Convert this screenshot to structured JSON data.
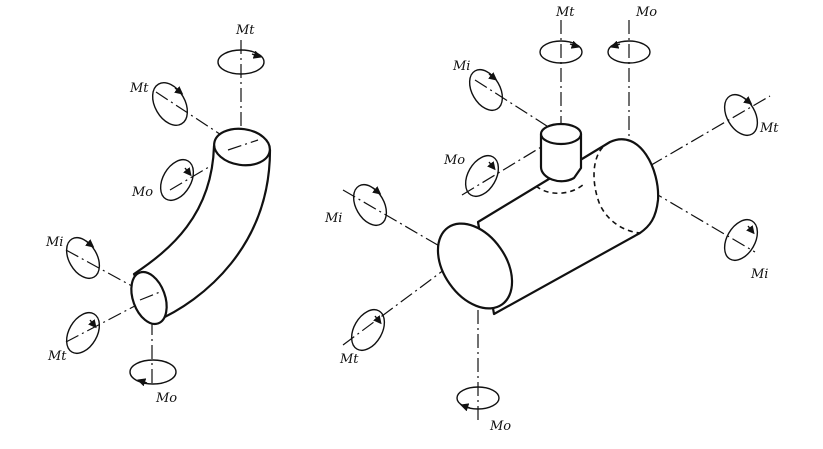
{
  "labels": {
    "elbow": {
      "top": "Mt",
      "upper_left": "Mt",
      "upper_mid": "Mo",
      "lower_left": "Mi",
      "lower_left2": "Mt",
      "bottom": "Mo"
    },
    "tee": {
      "branch_top": "Mt",
      "branch_left": "Mi",
      "branch_left2": "Mo",
      "top_right": "Mo",
      "right_upper": "Mt",
      "right_lower": "Mi",
      "run_left": "Mi",
      "lower_left": "Mt",
      "bottom": "Mo"
    }
  }
}
